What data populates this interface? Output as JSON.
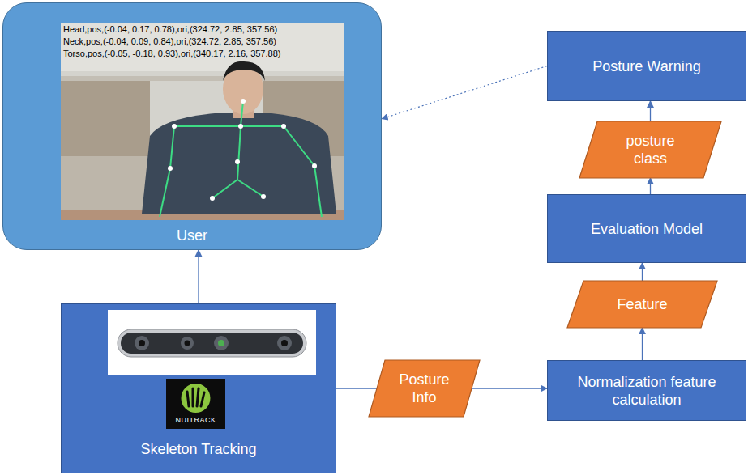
{
  "diagram": {
    "nodes": [
      {
        "text": [
          "User"
        ]
      },
      {
        "text": [
          "Skeleton Tracking"
        ]
      },
      {
        "text": [
          "Posture Info"
        ]
      },
      {
        "text": [
          "Normalization feature calculation"
        ]
      },
      {
        "text": [
          "Feature"
        ]
      },
      {
        "text": [
          "Evaluation Model"
        ]
      },
      {
        "text": [
          "posture class"
        ]
      },
      {
        "text": [
          "Posture Warning"
        ]
      }
    ],
    "edges": [
      {
        "from": 1,
        "to": 0,
        "arrow": "to"
      },
      {
        "from": 1,
        "to": 2,
        "arrow": "none"
      },
      {
        "from": 2,
        "to": 3,
        "arrow": "to"
      },
      {
        "from": 3,
        "to": 4,
        "arrow": "to"
      },
      {
        "from": 4,
        "to": 5,
        "arrow": "to"
      },
      {
        "from": 5,
        "to": 6,
        "arrow": "to"
      },
      {
        "from": 6,
        "to": 7,
        "arrow": "to"
      },
      {
        "from": 7,
        "to": 0,
        "arrow": "to"
      }
    ],
    "labels": [
      "Head,pos,(-0.04, 0.17, 0.78),ori,(324.72, 2.85, 357.56)",
      "Neck,pos,(-0.04, 0.09, 0.84),ori,(324.72, 2.85, 357.56)",
      "Torso,pos,(-0.05, -0.18, 0.93),ori,(340.17, 2.16, 357.88)",
      "NUITRACK"
    ]
  }
}
